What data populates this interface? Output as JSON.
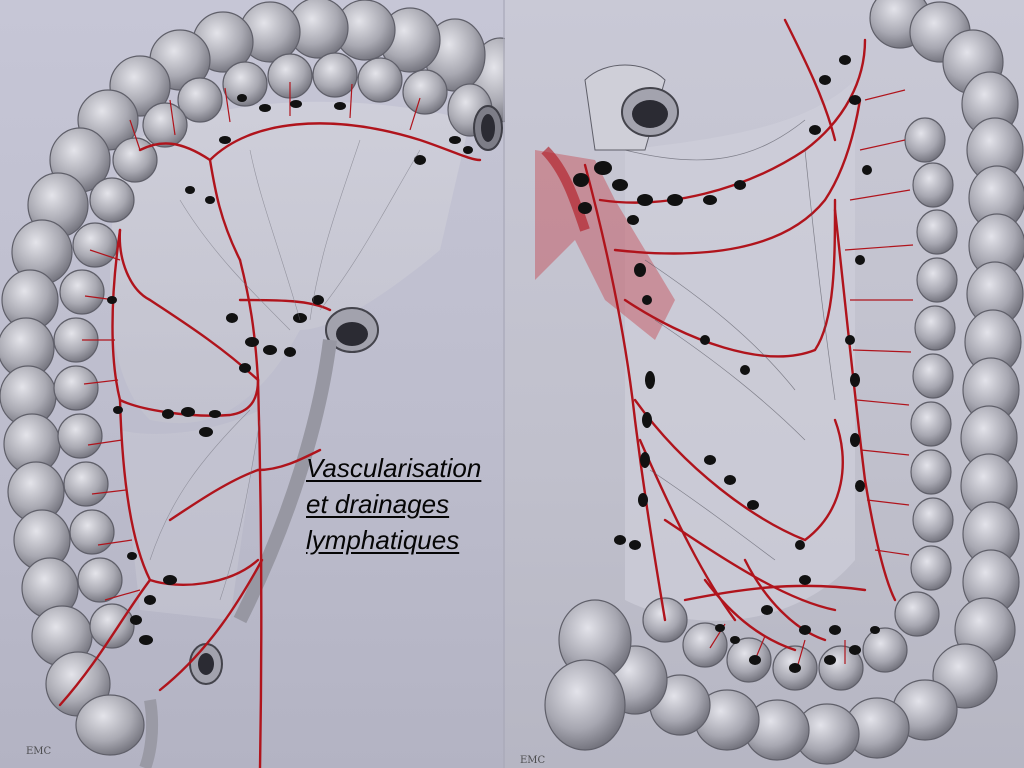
{
  "caption": {
    "line1": "Vascularisation",
    "line2": "et drainages",
    "line3": "lymphatiques"
  },
  "credits": {
    "left": "EMC",
    "right": "EMC"
  },
  "colors": {
    "background": "#bcbccc",
    "colon": "#8f8f99",
    "artery": "#b0141c",
    "lymph_node": "#111111",
    "caption_text": "#050505"
  }
}
